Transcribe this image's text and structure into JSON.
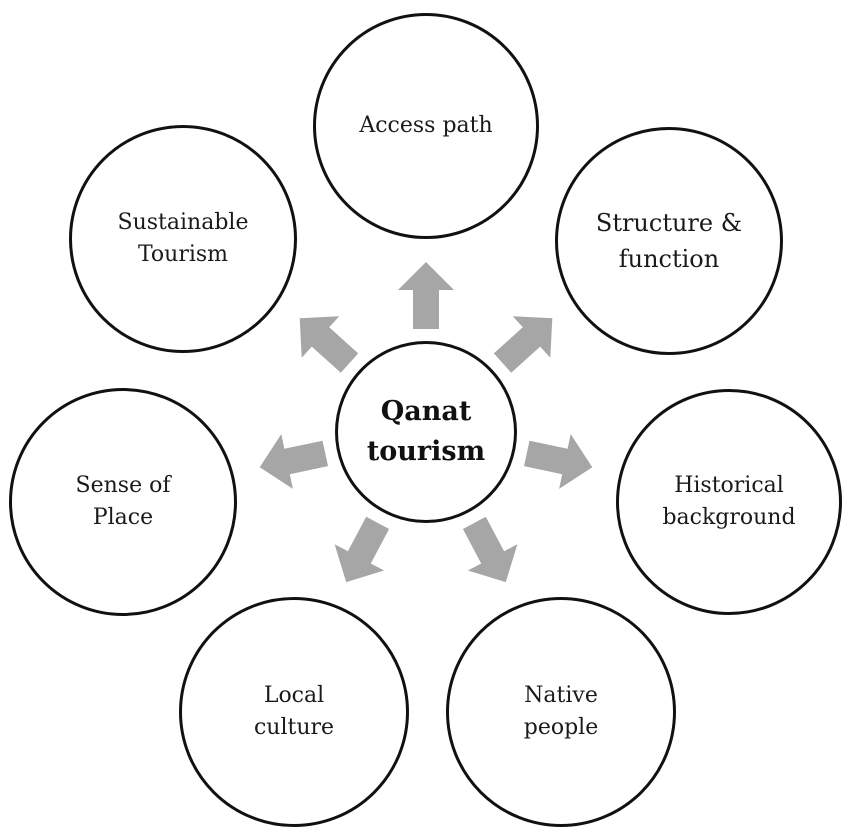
{
  "diagram": {
    "center": {
      "label": "Qanat\ntourism"
    },
    "nodes": [
      {
        "id": "access",
        "label": "Access path"
      },
      {
        "id": "structure",
        "label": "Structure &\nfunction"
      },
      {
        "id": "historical",
        "label": "Historical\nbackground"
      },
      {
        "id": "native",
        "label": "Native\npeople"
      },
      {
        "id": "local",
        "label": "Local\nculture"
      },
      {
        "id": "sense",
        "label": "Sense of\nPlace"
      },
      {
        "id": "sustain",
        "label": "Sustainable\nTourism"
      }
    ],
    "colors": {
      "arrow": "#a6a6a6",
      "circle_border": "#111111",
      "text": "#1a1a1a",
      "background": "#ffffff"
    }
  }
}
